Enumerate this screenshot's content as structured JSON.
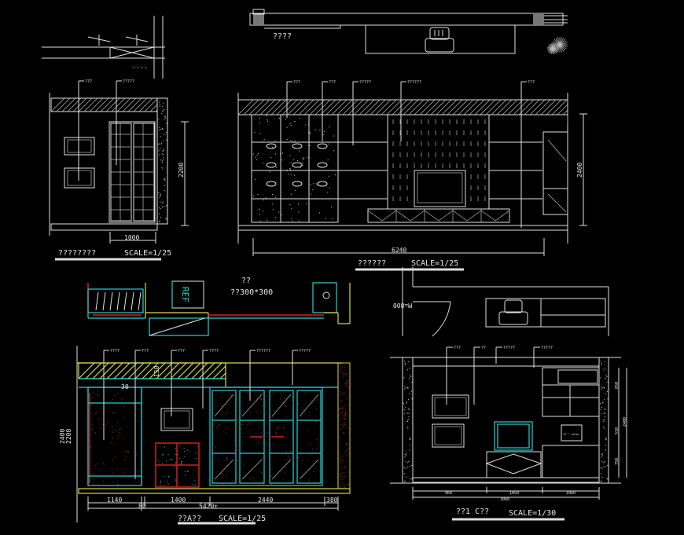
{
  "colors": {
    "background": "#000000",
    "line": "#e0e0e0",
    "cyan": "#2ad0d0",
    "yellow": "#d8d84a",
    "red": "#d42020"
  },
  "top_plan": {
    "label": "????"
  },
  "elev_left": {
    "title": "????????",
    "scale": "SCALE=1/25",
    "dim_width": "1000",
    "dim_height": "2200",
    "leaders": [
      "???",
      "?????"
    ]
  },
  "elev_main": {
    "title": "??????",
    "scale": "SCALE=1/25",
    "dim_width": "6240",
    "dim_height": "2400",
    "leaders": [
      "???",
      "???",
      "?????",
      "??????",
      "???"
    ]
  },
  "plan_mid": {
    "room": "??",
    "tile": "??300*300",
    "fridge": "REF"
  },
  "elev_a": {
    "title": "??A??",
    "scale": "SCALE=1/25",
    "dims": [
      "1140",
      "1400",
      "2440",
      "380"
    ],
    "dims_total": [
      "80",
      "5420±"
    ],
    "dim_heights": [
      "2400",
      "2200"
    ],
    "small_dims": [
      "30",
      "150"
    ],
    "leaders": [
      "????",
      "???",
      "???",
      "????",
      "??????",
      "?????"
    ]
  },
  "plan_right": {
    "door": "M=800"
  },
  "elev_c": {
    "title": "??1 C??",
    "scale": "SCALE=1/30",
    "dims": [
      "960",
      "1050",
      "1060"
    ],
    "dim_total": "3068",
    "dim_heights": [
      "850",
      "510",
      "750",
      "2400"
    ],
    "leaders": [
      "???",
      "??",
      "?????",
      "?????"
    ],
    "monitor_label": "17'\" color"
  }
}
